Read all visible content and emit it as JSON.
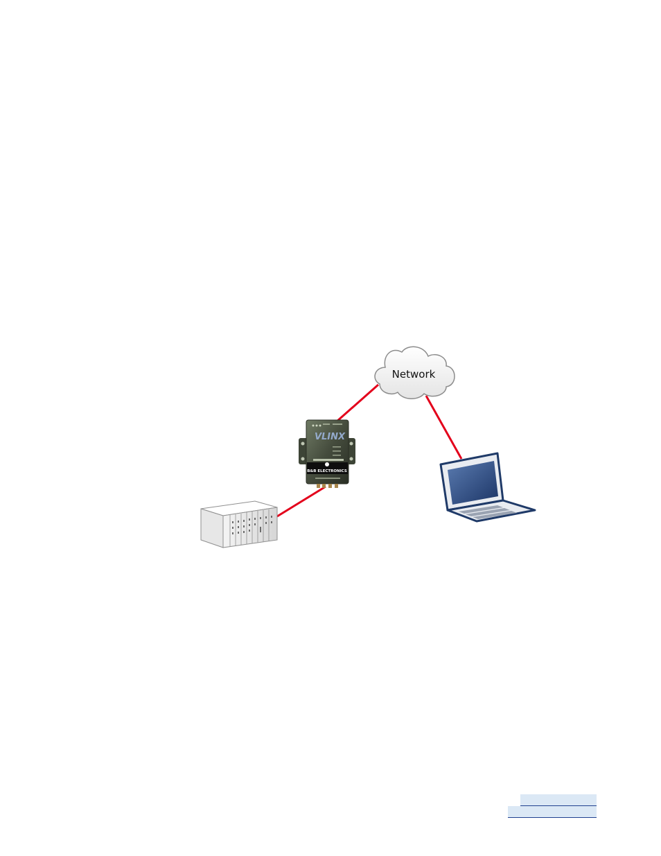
{
  "diagram": {
    "cloud_label": "Network",
    "link_color": "#e3001b",
    "devices": [
      {
        "name": "Network",
        "icon": "cloud-icon"
      },
      {
        "name": "Serial server",
        "icon": "serial-server-icon"
      },
      {
        "name": "Laptop",
        "icon": "laptop-icon"
      },
      {
        "name": "Rack system",
        "icon": "rack-server-icon"
      }
    ],
    "connections": [
      {
        "from": "Serial server",
        "to": "Network"
      },
      {
        "from": "Network",
        "to": "Laptop"
      },
      {
        "from": "Rack system",
        "to": "Serial server"
      }
    ],
    "device_text": {
      "brand": "B&B ELECTRONICS",
      "product": "VLINX"
    }
  },
  "footer": {
    "link1": "",
    "link2": ""
  }
}
